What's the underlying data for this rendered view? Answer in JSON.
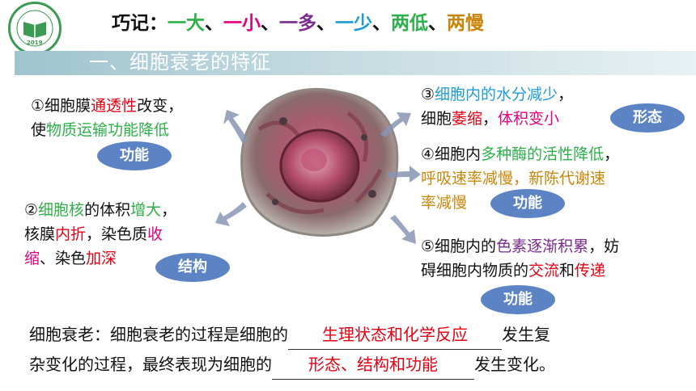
{
  "logo": {
    "text": "2019"
  },
  "mnemonic": {
    "prefix": "巧记：",
    "items": [
      {
        "text": "一大",
        "color": "#2db04a"
      },
      {
        "text": "一小",
        "color": "#e6007e"
      },
      {
        "text": "一多",
        "color": "#7a2c8e"
      },
      {
        "text": "一少",
        "color": "#1e9bd7"
      },
      {
        "text": "两低",
        "color": "#2db04a"
      },
      {
        "text": "两慢",
        "color": "#c9850a"
      }
    ],
    "sep": "、"
  },
  "section_title": "一、细胞衰老的特征",
  "feature1": {
    "num": "①",
    "a": "细胞膜",
    "b": "通透性",
    "c": "改变，",
    "d": "使",
    "e": "物质运输功能降低"
  },
  "feature2": {
    "num": "②",
    "a": "细胞核",
    "b": "的体积",
    "c": "增大",
    "d": "，",
    "e": "核膜",
    "f": "内折",
    "g": "，染色质",
    "h": "收",
    "i": "缩",
    "j": "、染色",
    "k": "加深"
  },
  "feature3": {
    "num": "③",
    "a": "细胞内的水分减少",
    "b": "，",
    "c": "细胞",
    "d": "萎缩",
    "e": "，",
    "f": "体积变小"
  },
  "feature4": {
    "num": "④",
    "a": "细胞内",
    "b": "多种酶的活性降低",
    "c": "，",
    "d": "呼吸速率减慢，新陈代谢速",
    "e": "率减慢"
  },
  "feature5": {
    "num": "⑤",
    "a": "细胞内的",
    "b": "色素逐渐积累",
    "c": "，妨",
    "d": "碍细胞内物质的",
    "e": "交流",
    "f": "和",
    "g": "传递"
  },
  "tags": {
    "t1": "功能",
    "t2": "结构",
    "t3": "形态",
    "t4": "功能",
    "t5": "功能"
  },
  "summary": {
    "line1_a": "细胞衰老：细胞衰老的过程是细胞的",
    "blank1": "生理状态和化学反应",
    "line1_b": "发生复",
    "line2_a": "杂变化的过程，最终表现为细胞的",
    "blank2": "形态、结构和功能",
    "line2_b": "发生变化。"
  }
}
